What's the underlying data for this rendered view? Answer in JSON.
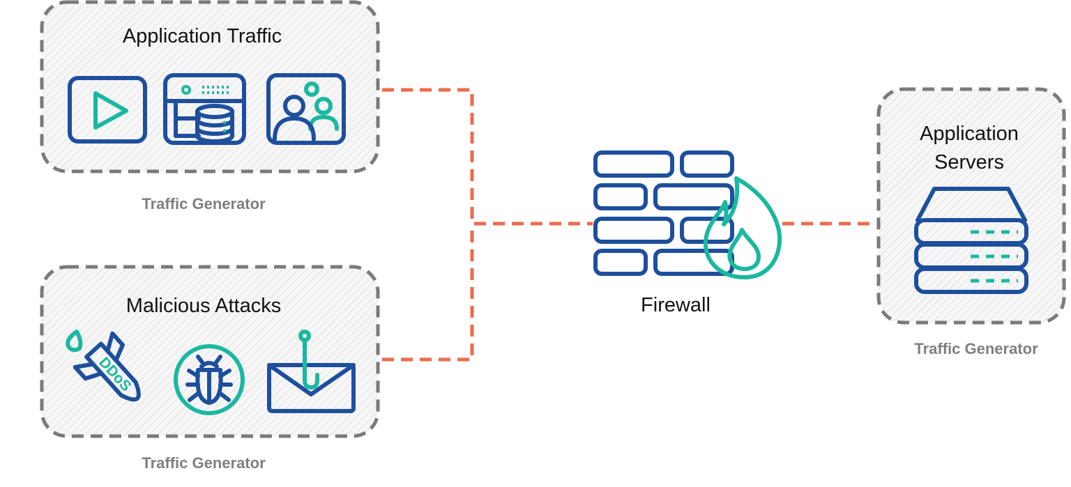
{
  "groups": {
    "app_traffic": {
      "title": "Application Traffic",
      "caption": "Traffic Generator"
    },
    "attacks": {
      "title": "Malicious Attacks",
      "caption": "Traffic Generator",
      "ddos_label": "DDoS"
    },
    "servers": {
      "title_line1": "Application",
      "title_line2": "Servers",
      "caption": "Traffic Generator"
    }
  },
  "firewall": {
    "label": "Firewall"
  },
  "colors": {
    "primary_blue": "#1d4f9c",
    "accent_teal": "#1bb8a0",
    "connector_orange": "#ef6a4c",
    "border_gray": "#7a7a7a",
    "caption_gray": "#7f7f7f"
  },
  "icons": [
    "video-play-icon",
    "database-server-icon",
    "users-icon",
    "ddos-missile-icon",
    "bug-icon",
    "phishing-email-icon",
    "firewall-icon",
    "flame-icon",
    "server-stack-icon"
  ]
}
